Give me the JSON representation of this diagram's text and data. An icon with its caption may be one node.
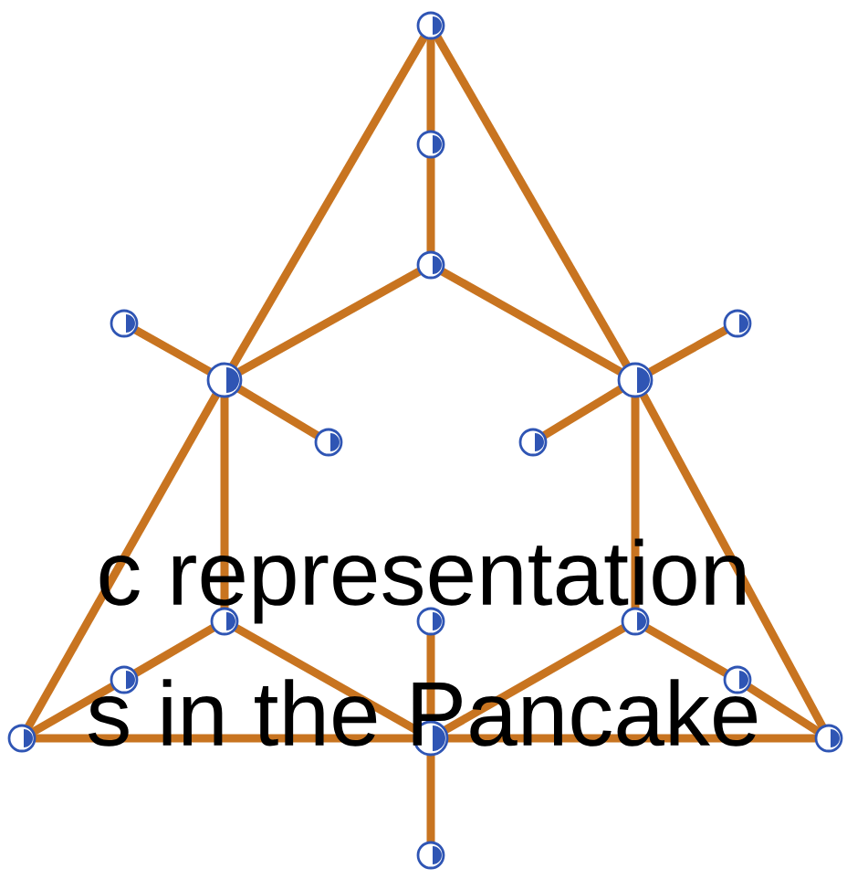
{
  "diagram": {
    "nodes": [
      {
        "text": [],
        "shape": "circle"
      },
      {
        "text": [],
        "shape": "circle"
      },
      {
        "text": [],
        "shape": "circle"
      },
      {
        "text": [],
        "shape": "circle"
      },
      {
        "text": [],
        "shape": "circle"
      },
      {
        "text": [],
        "shape": "circle"
      },
      {
        "text": [],
        "shape": "circle"
      },
      {
        "text": [],
        "shape": "circle"
      },
      {
        "text": [],
        "shape": "circle"
      },
      {
        "text": [],
        "shape": "circle"
      },
      {
        "text": [],
        "shape": "circle"
      },
      {
        "text": [],
        "shape": "circle"
      },
      {
        "text": [],
        "shape": "circle"
      },
      {
        "text": [],
        "shape": "circle"
      },
      {
        "text": [],
        "shape": "circle"
      },
      {
        "text": [],
        "shape": "circle"
      },
      {
        "text": [],
        "shape": "circle"
      },
      {
        "text": [],
        "shape": "circle"
      }
    ],
    "edges": [
      {
        "from": 0,
        "to": 1,
        "arrow": "none"
      },
      {
        "from": 1,
        "to": 2,
        "arrow": "none"
      },
      {
        "from": 0,
        "to": 3,
        "arrow": "none"
      },
      {
        "from": 0,
        "to": 4,
        "arrow": "none"
      },
      {
        "from": 2,
        "to": 3,
        "arrow": "none"
      },
      {
        "from": 2,
        "to": 4,
        "arrow": "none"
      },
      {
        "from": 3,
        "to": 5,
        "arrow": "none"
      },
      {
        "from": 3,
        "to": 6,
        "arrow": "none"
      },
      {
        "from": 4,
        "to": 7,
        "arrow": "none"
      },
      {
        "from": 4,
        "to": 8,
        "arrow": "none"
      },
      {
        "from": 3,
        "to": 9,
        "arrow": "none"
      },
      {
        "from": 4,
        "to": 11,
        "arrow": "none"
      },
      {
        "from": 3,
        "to": 14,
        "arrow": "none"
      },
      {
        "from": 4,
        "to": 16,
        "arrow": "none"
      },
      {
        "from": 9,
        "to": 12,
        "arrow": "none"
      },
      {
        "from": 12,
        "to": 14,
        "arrow": "none"
      },
      {
        "from": 11,
        "to": 13,
        "arrow": "none"
      },
      {
        "from": 13,
        "to": 16,
        "arrow": "none"
      },
      {
        "from": 9,
        "to": 15,
        "arrow": "none"
      },
      {
        "from": 11,
        "to": 15,
        "arrow": "none"
      },
      {
        "from": 14,
        "to": 15,
        "arrow": "none"
      },
      {
        "from": 15,
        "to": 16,
        "arrow": "none"
      },
      {
        "from": 10,
        "to": 15,
        "arrow": "none"
      },
      {
        "from": 15,
        "to": 17,
        "arrow": "none"
      }
    ],
    "labels": [
      "c representation",
      "s in the Pancake"
    ]
  }
}
